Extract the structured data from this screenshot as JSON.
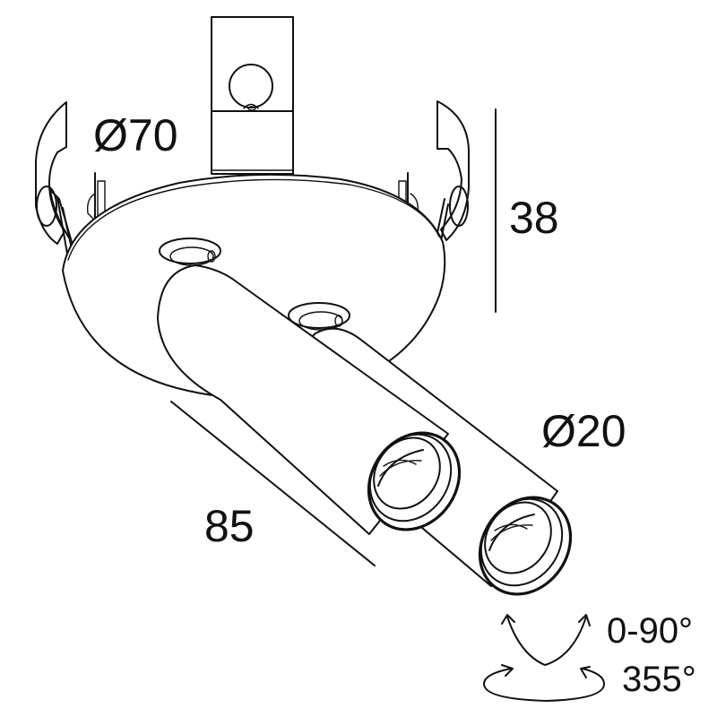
{
  "drawing": {
    "subject": "twin recessed adjustable spotlight",
    "line_color": "#111111",
    "background": "#ffffff"
  },
  "dimensions": {
    "housing_diameter": "Ø70",
    "height": "38",
    "tube_length": "85",
    "tube_diameter": "Ø20"
  },
  "rotation": {
    "tilt": "0-90°",
    "pan": "355°"
  },
  "icons": {
    "tilt": "tilt-arrows-icon",
    "pan": "rotate-arrows-icon"
  }
}
